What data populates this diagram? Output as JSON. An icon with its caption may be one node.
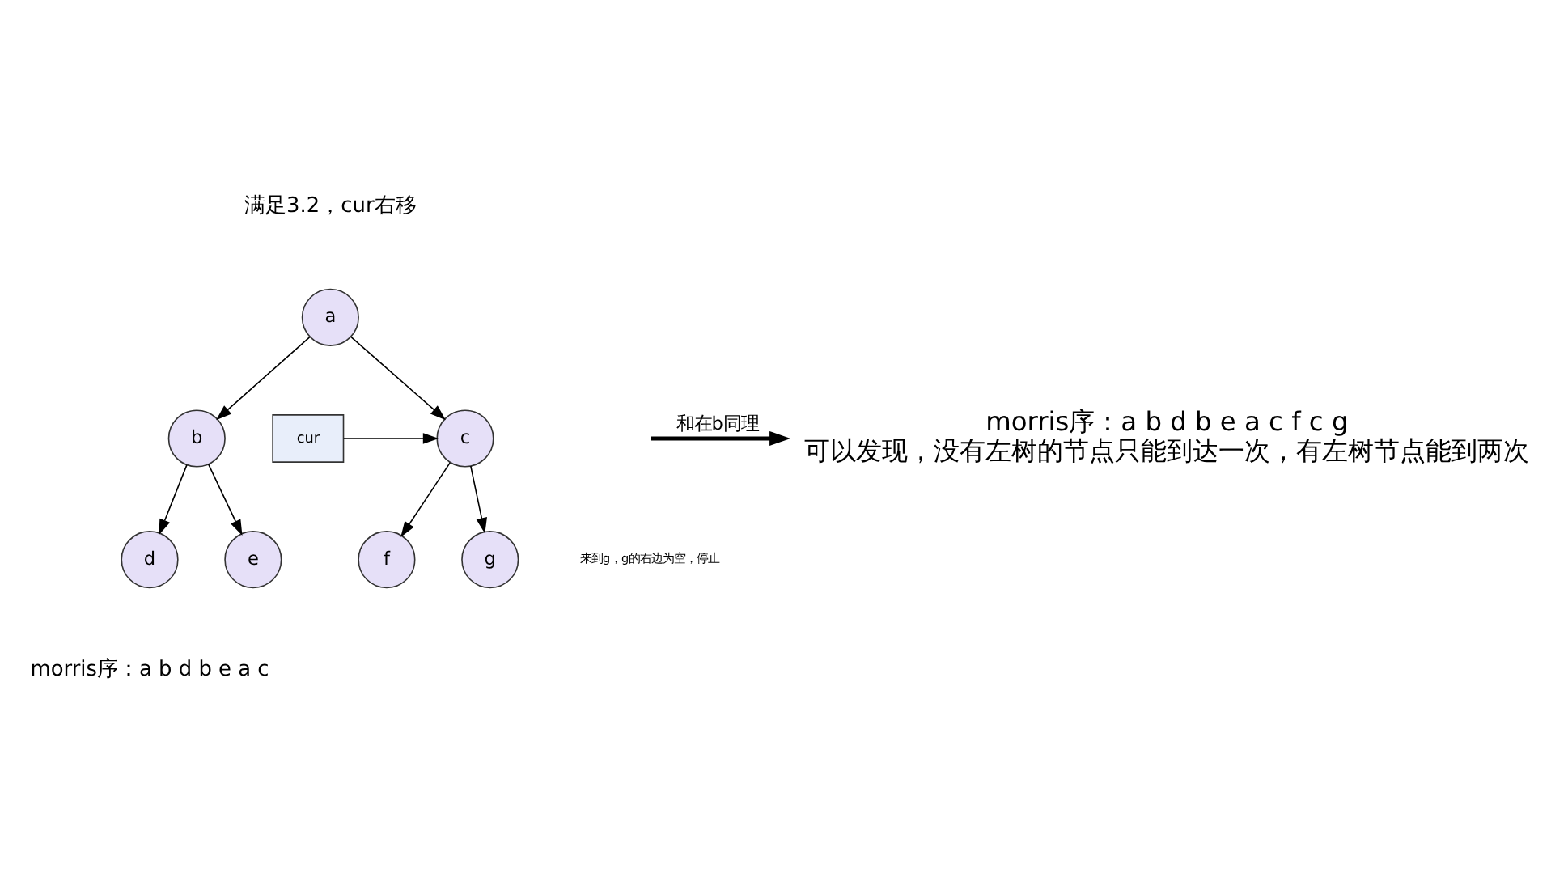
{
  "diagram": {
    "nodes": [
      {
        "text": [
          "a"
        ]
      },
      {
        "text": [
          "b"
        ]
      },
      {
        "text": [
          "c"
        ]
      },
      {
        "text": [
          "d"
        ]
      },
      {
        "text": [
          "e"
        ]
      },
      {
        "text": [
          "f"
        ]
      },
      {
        "text": [
          "g"
        ]
      },
      {
        "text": [
          "cur"
        ]
      },
      {
        "text": [
          "morris序：a b d b e a c f c g",
          "可以发现，没有左树的节点只能到达一次，有左树节点能到两次"
        ]
      }
    ],
    "edges": [
      {
        "from": 0,
        "to": 1,
        "arrow": "to"
      },
      {
        "from": 0,
        "to": 2,
        "arrow": "to"
      },
      {
        "from": 1,
        "to": 3,
        "arrow": "to"
      },
      {
        "from": 1,
        "to": 4,
        "arrow": "to"
      },
      {
        "from": 2,
        "to": 5,
        "arrow": "to"
      },
      {
        "from": 2,
        "to": 6,
        "arrow": "to"
      },
      {
        "from": 7,
        "to": 2,
        "arrow": "to"
      },
      {
        "from": null,
        "to": 8,
        "arrow": "to",
        "label": "和在b同理",
        "style": "thick"
      }
    ],
    "labels": [
      "满足3.2，cur右移",
      "来到g，g的右边为空，停止",
      "morris序：a b d b e a c"
    ]
  }
}
